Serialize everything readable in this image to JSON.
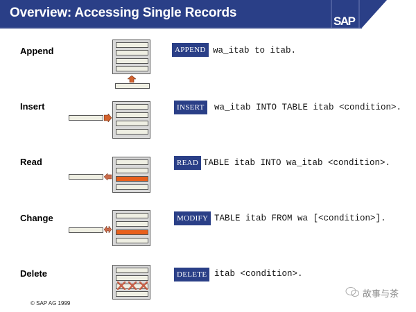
{
  "header": {
    "title": "Overview: Accessing Single Records",
    "logo": "SAP",
    "bg_color": "#2a3f87"
  },
  "operations": [
    {
      "label": "Append",
      "keyword": "APPEND",
      "code": "wa_itab to itab.",
      "diagram": "append-record-up-arrow"
    },
    {
      "label": "Insert",
      "keyword": "INSERT",
      "code": "wa_itab INTO TABLE itab <condition>.",
      "diagram": "insert-record-right-arrow"
    },
    {
      "label": "Read",
      "keyword": "READ",
      "code": "TABLE itab INTO wa_itab <condition>.",
      "diagram": "read-record-left-arrow"
    },
    {
      "label": "Change",
      "keyword": "MODIFY",
      "code": "TABLE itab FROM wa [<condition>].",
      "diagram": "modify-record-double-arrow"
    },
    {
      "label": "Delete",
      "keyword": "DELETE",
      "code": "itab <condition>.",
      "diagram": "delete-record-x-marks"
    }
  ],
  "footer": {
    "copyright": "© SAP AG 1999"
  },
  "watermark": {
    "text": "故事与茶",
    "icon": "wechat-icon"
  },
  "colors": {
    "keyword_bg": "#2a3f87",
    "highlight": "#e8601c",
    "arrow": "#d2622e",
    "row_fill": "#efefe3"
  }
}
